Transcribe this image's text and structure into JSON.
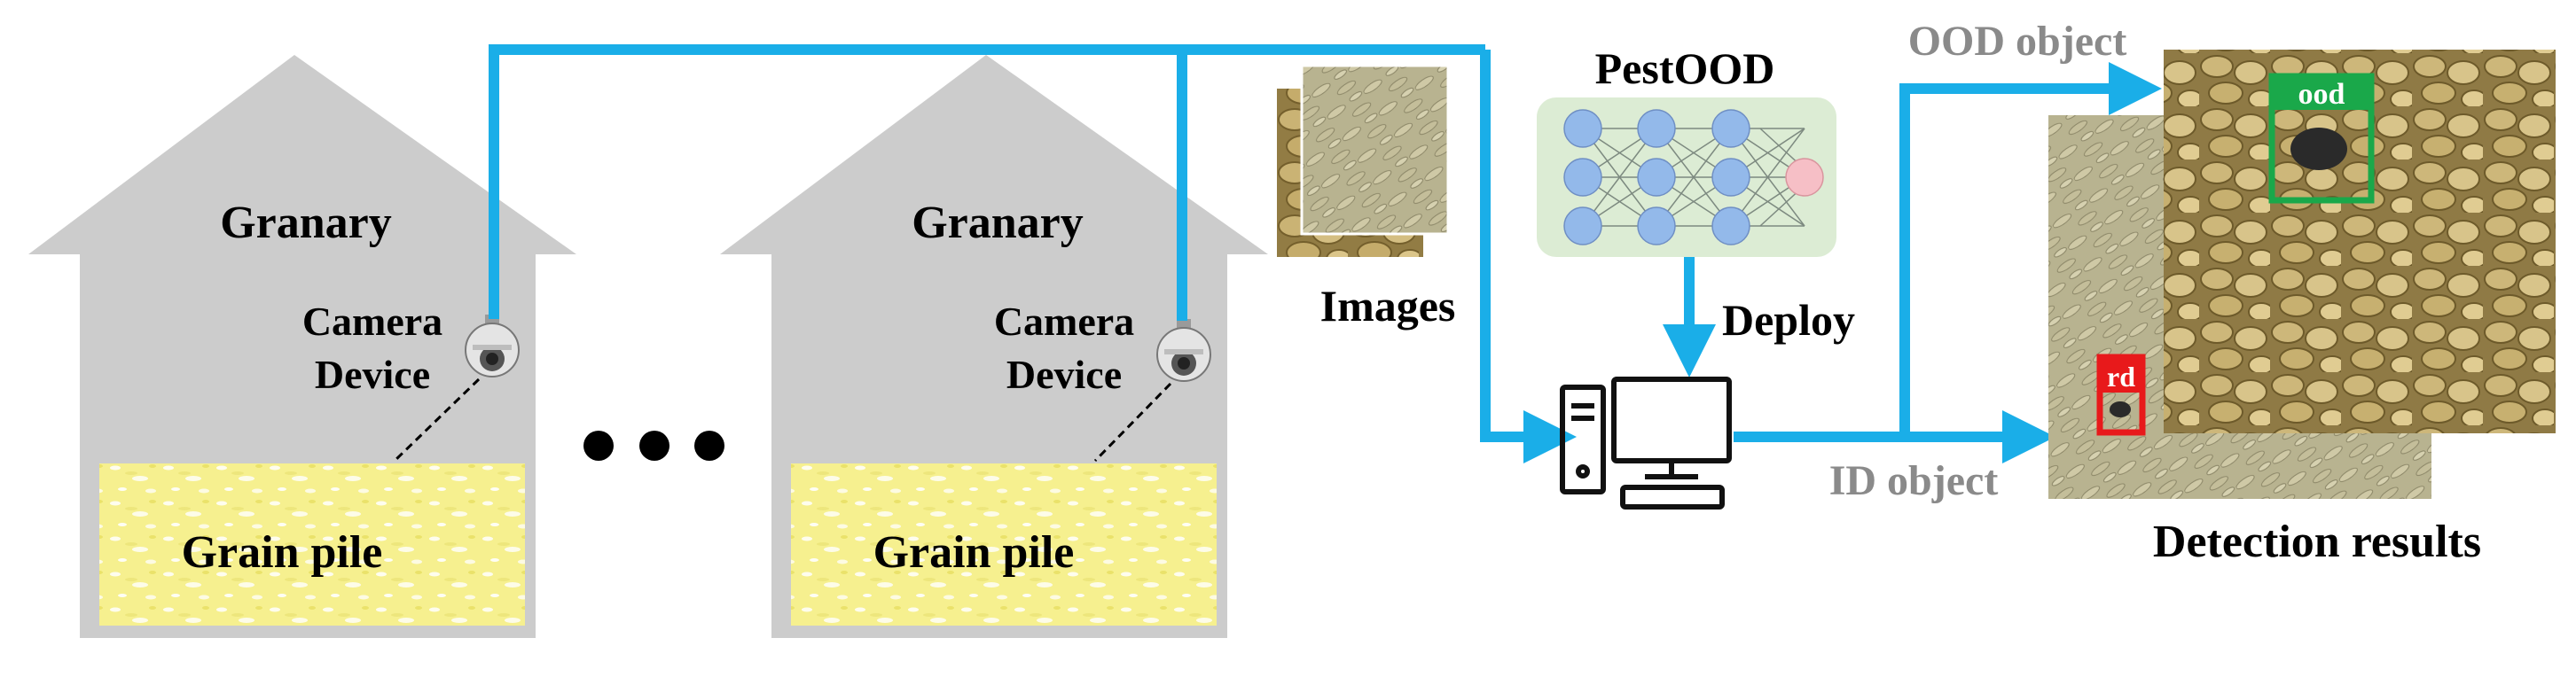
{
  "granaries": [
    {
      "title": "Granary",
      "camera_line1": "Camera",
      "camera_line2": "Device",
      "pile_label": "Grain pile"
    },
    {
      "title": "Granary",
      "camera_line1": "Camera",
      "camera_line2": "Device",
      "pile_label": "Grain pile"
    }
  ],
  "images_label": "Images",
  "model_label": "PestOOD",
  "deploy_label": "Deploy",
  "ood_label": "OOD object",
  "id_label": "ID object",
  "results_label": "Detection results",
  "ood_box_tag": "ood",
  "id_box_tag": "rd",
  "colors": {
    "arrow_blue": "#1aaee8",
    "house_gray": "#cccccc",
    "grain_yellow": "#f6f08f",
    "model_panel": "#dcecd4",
    "node_blue": "#93b9ea",
    "node_pink": "#f6bfc6",
    "ood_green": "#1aa84a",
    "id_red": "#e8191b",
    "edge_label_gray": "#8a8a8a"
  }
}
